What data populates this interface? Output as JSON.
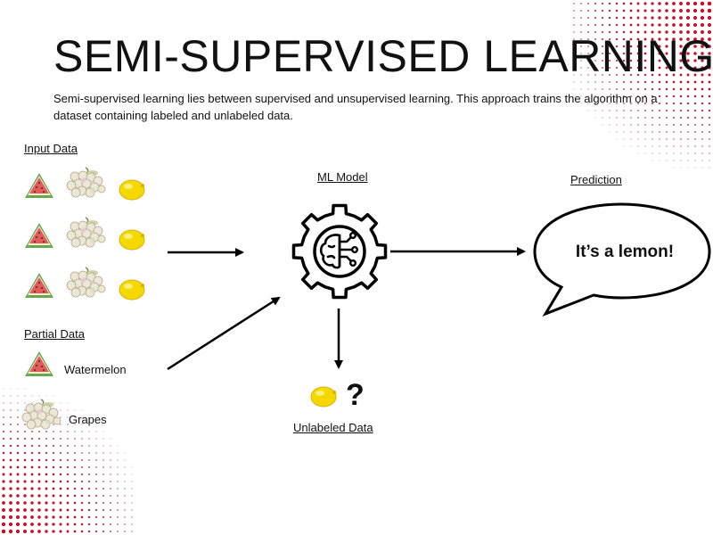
{
  "title": "SEMI-SUPERVISED LEARNING",
  "description": "Semi-supervised learning lies between supervised and unsupervised learning. This approach trains the algorithm on a dataset containing labeled and unlabeled data.",
  "sections": {
    "input_data": "Input Data",
    "partial_data": "Partial Data",
    "ml_model": "ML Model",
    "prediction": "Prediction",
    "unlabeled_data": "Unlabeled Data"
  },
  "partial_labels": [
    "Watermelon",
    "Grapes"
  ],
  "prediction_text": "It’s a lemon!",
  "unlabeled_marker": "?",
  "icons": {
    "watermelon": "watermelon-icon",
    "grapes": "grapes-icon",
    "lemon": "lemon-icon",
    "model": "brain-gear-icon"
  },
  "colors": {
    "accent_dots": "#c8102e",
    "watermelon_flesh": "#e85a5a",
    "watermelon_rind": "#6aa84f",
    "grapes": "#e8e4d2",
    "lemon": "#f5d800",
    "text": "#111111"
  }
}
